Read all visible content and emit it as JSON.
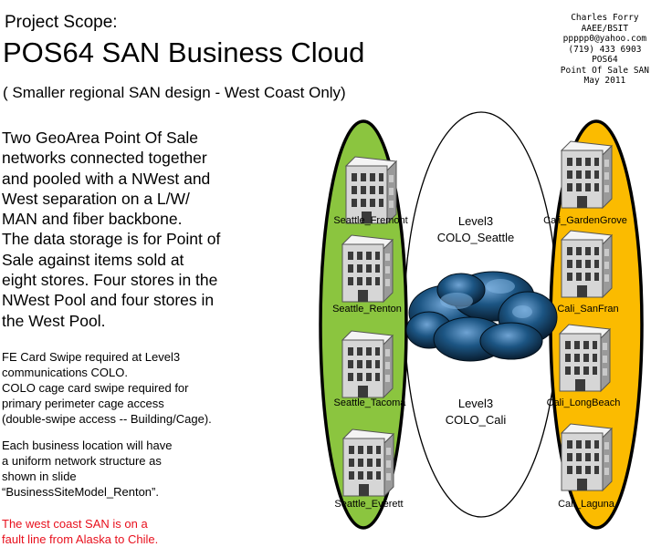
{
  "header": {
    "scope_label": "Project Scope:",
    "title": "POS64 SAN Business Cloud",
    "subtitle": "( Smaller regional SAN design - West Coast Only)"
  },
  "contact": {
    "lines": [
      "Charles Forry",
      "AAEE/BSIT",
      "ppppp0@yahoo.com",
      "(719) 433 6903",
      "POS64",
      "Point Of Sale SAN",
      "May 2011"
    ]
  },
  "description": {
    "lines": [
      "Two GeoArea Point Of Sale",
      "networks connected together",
      "and pooled with a NWest and",
      "West separation on a L/W/",
      "MAN and fiber backbone.",
      "The data storage is for Point of",
      "Sale against items sold at",
      "eight stores. Four stores in the",
      "NWest Pool and four stores in",
      "the West Pool."
    ]
  },
  "security_note": {
    "lines": [
      "FE Card Swipe required at Level3",
      "communications COLO.",
      "COLO cage card swipe required for",
      "primary perimeter cage access",
      " (double-swipe access -- Building/Cage)."
    ]
  },
  "business_note": {
    "lines": [
      "Each business location will have",
      "a uniform network structure as",
      "shown in slide",
      "“BusinessSiteModel_Renton”."
    ]
  },
  "warning_note": {
    "lines": [
      "The west coast SAN is on a",
      "fault line from Alaska to Chile."
    ]
  },
  "diagram": {
    "colors": {
      "nwest_pool": "#8bc53f",
      "west_pool": "#fbbb00",
      "cloud": "#1c5583",
      "outline": "#000000"
    },
    "colo": {
      "seattle": {
        "line1": "Level3",
        "line2": "COLO_Seattle"
      },
      "cali": {
        "line1": "Level3",
        "line2": "COLO_Cali"
      }
    },
    "nwest_sites": [
      {
        "label": "Seattle_Fremont",
        "icon": "building-icon"
      },
      {
        "label": "Seattle_Renton",
        "icon": "building-icon"
      },
      {
        "label": "Seattle_Tacoma",
        "icon": "building-icon"
      },
      {
        "label": "Seattle_Everett",
        "icon": "building-icon"
      }
    ],
    "west_sites": [
      {
        "label": "Cali_GardenGrove",
        "icon": "building-icon"
      },
      {
        "label": "Cali_SanFran",
        "icon": "building-icon"
      },
      {
        "label": "Cali_LongBeach",
        "icon": "building-icon"
      },
      {
        "label": "Cali_Laguna",
        "icon": "building-icon"
      }
    ],
    "cloud_icon": "cloud-icon"
  }
}
